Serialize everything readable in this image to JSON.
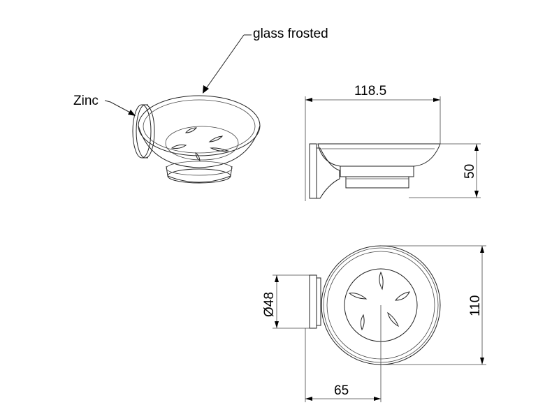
{
  "labels": {
    "glass": "glass frosted",
    "zinc": "Zinc"
  },
  "dimensions": {
    "width": "118.5",
    "height": "50",
    "depth": "110",
    "projection": "65",
    "diameter": "Ø48"
  }
}
